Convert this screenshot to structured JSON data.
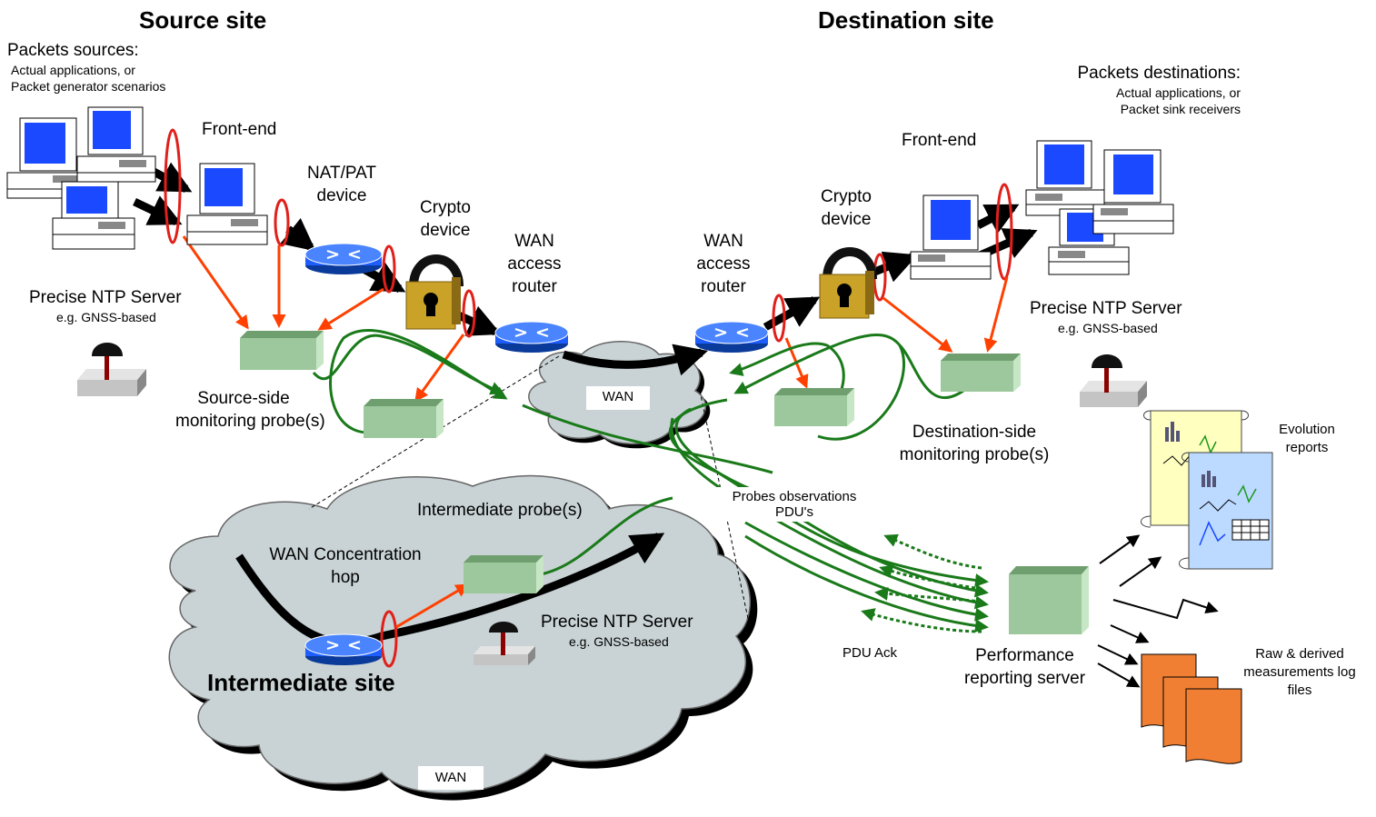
{
  "titles": {
    "source_site": "Source site",
    "destination_site": "Destination site",
    "intermediate_site": "Intermediate site"
  },
  "source": {
    "packets_sources_title": "Packets sources:",
    "packets_sources_line1": "Actual applications, or",
    "packets_sources_line2": "Packet generator scenarios",
    "front_end": "Front-end",
    "nat_line1": "NAT/PAT",
    "nat_line2": "device",
    "crypto_line1": "Crypto",
    "crypto_line2": "device",
    "wan_router_line1": "WAN",
    "wan_router_line2": "access",
    "wan_router_line3": "router",
    "ntp_title": "Precise NTP Server",
    "ntp_sub": "e.g. GNSS-based",
    "probe_line1": "Source-side",
    "probe_line2": "monitoring probe(s)"
  },
  "destination": {
    "packets_dest_title": "Packets destinations:",
    "packets_dest_line1": "Actual applications, or",
    "packets_dest_line2": "Packet sink receivers",
    "front_end": "Front-end",
    "crypto_line1": "Crypto",
    "crypto_line2": "device",
    "wan_router_line1": "WAN",
    "wan_router_line2": "access",
    "wan_router_line3": "router",
    "ntp_title": "Precise NTP Server",
    "ntp_sub": "e.g. GNSS-based",
    "probe_line1": "Destination-side",
    "probe_line2": "monitoring probe(s)"
  },
  "wan": {
    "cloud_label": "WAN",
    "bottom_label": "WAN"
  },
  "intermediate": {
    "probe_label": "Intermediate probe(s)",
    "hop_line1": "WAN Concentration",
    "hop_line2": "hop",
    "ntp_title": "Precise NTP Server",
    "ntp_sub": "e.g. GNSS-based"
  },
  "reporting": {
    "observations_line1": "Probes observations",
    "observations_line2": "PDU's",
    "pdu_ack": "PDU Ack",
    "server_line1": "Performance",
    "server_line2": "reporting server",
    "evolution_line1": "Evolution",
    "evolution_line2": "reports",
    "logs_line1": "Raw & derived",
    "logs_line2": "measurements log",
    "logs_line3": "files"
  },
  "colors": {
    "traffic": "#000000",
    "probe_tap": "#ff4000",
    "probe_flow": "#1a7a1a",
    "probe_box": "#9dc89d",
    "router": "#1e5eff",
    "lock": "#c9a227",
    "cloud": "#c9d3d5",
    "screen": "#1a49ff",
    "log_file": "#f07f33",
    "report_yellow": "#ffffc0",
    "report_blue": "#bcd9ff"
  }
}
